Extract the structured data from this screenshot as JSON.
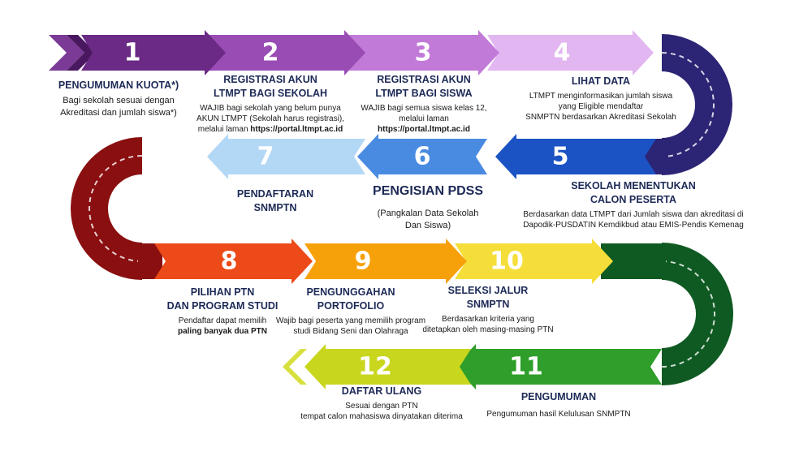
{
  "steps": [
    {
      "num": "1",
      "title": "PENGUMUMAN KUOTA*)",
      "desc": "Bagi sekolah sesuai dengan\nAkreditasi dan jumlah siswa*)",
      "color": "#6a2a85"
    },
    {
      "num": "2",
      "title": "REGISTRASI AKUN\nLTMPT BAGI SEKOLAH",
      "desc": "WAJIB bagi sekolah yang belum punya\nAKUN LTMPT (Sekolah harus registrasi),\nmelalui laman",
      "url": "https://portal.ltmpt.ac.id",
      "color": "#9a4cb5"
    },
    {
      "num": "3",
      "title": "REGISTRASI AKUN\nLTMPT BAGI SISWA",
      "desc": "WAJIB bagi semua siswa kelas 12,\nmelalui laman",
      "url": "https://portal.ltmpt.ac.id",
      "color": "#c27ad8"
    },
    {
      "num": "4",
      "title": "LIHAT DATA",
      "desc": "LTMPT menginformasikan jumlah siswa\nyang Eligible mendaftar\nSNMPTN berdasarkan Akreditasi Sekolah",
      "color": "#e2b6f0"
    },
    {
      "num": "5",
      "title": "SEKOLAH MENENTUKAN\nCALON PESERTA",
      "desc": "Berdasarkan data LTMPT dari Jumlah siswa dan akreditasi di\nDapodik-PUSDATIN Kemdikbud atau EMIS-Pendis Kemenag",
      "color": "#1b52c4"
    },
    {
      "num": "6",
      "title": "PENGISIAN PDSS",
      "desc": "(Pangkalan Data Sekolah\nDan Siswa)",
      "color": "#4a8be2"
    },
    {
      "num": "7",
      "title": "PENDAFTARAN\nSNMPTN",
      "desc": "",
      "color": "#b3d8f6"
    },
    {
      "num": "8",
      "title": "PILIHAN PTN\nDAN PROGRAM STUDI",
      "desc": "Pendaftar dapat memilih",
      "desc_bold": "paling banyak dua PTN",
      "color": "#ec4a18"
    },
    {
      "num": "9",
      "title": "PENGUNGGAHAN\nPORTOFOLIO",
      "desc": "Wajib bagi peserta yang memilih program\nstudi Bidang Seni dan Olahraga",
      "color": "#f7a10a"
    },
    {
      "num": "10",
      "title": "SELEKSI JALUR\nSNMPTN",
      "desc": "Berdasarkan kriteria yang\nditetapkan oleh masing-masing PTN",
      "color": "#f6de3a"
    },
    {
      "num": "11",
      "title": "PENGUMUMAN",
      "desc": "Pengumuman hasil Kelulusan SNMPTN",
      "color": "#2f9e2a"
    },
    {
      "num": "12",
      "title": "DAFTAR ULANG",
      "desc": "Sesuai dengan PTN\ntempat calon mahasiswa dinyatakan diterima",
      "color": "#c9d61e"
    }
  ],
  "curves": {
    "purple": "#2c2575",
    "red": "#8a0f10",
    "green": "#0f5a22"
  }
}
